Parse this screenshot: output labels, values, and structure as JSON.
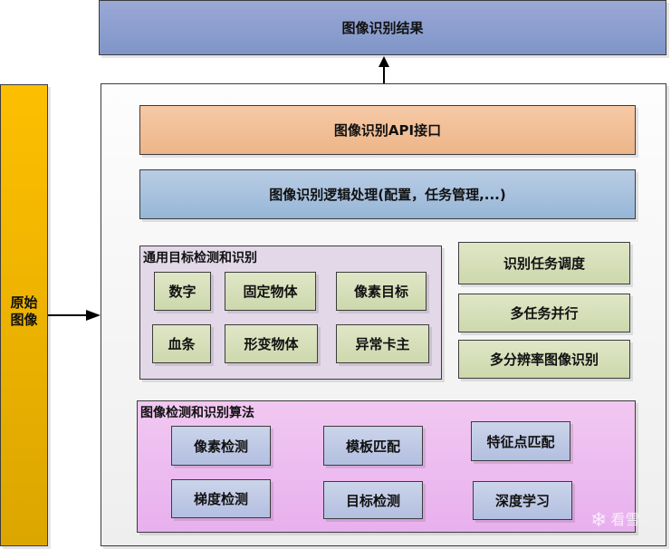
{
  "diagram": {
    "result": {
      "label": "图像识别结果"
    },
    "source": {
      "label_line1": "原始",
      "label_line2": "图像"
    },
    "system": {
      "api": {
        "label": "图像识别API接口"
      },
      "logic": {
        "label": "图像识别逻辑处理(配置，任务管理,...)"
      },
      "general_detection": {
        "title": "通用目标检测和识别",
        "items": [
          "数字",
          "固定物体",
          "像素目标",
          "血条",
          "形变物体",
          "异常卡主"
        ]
      },
      "scheduling": {
        "items": [
          "识别任务调度",
          "多任务并行",
          "多分辨率图像识别"
        ]
      },
      "algorithms": {
        "title": "图像检测和识别算法",
        "items": [
          "像素检测",
          "模板匹配",
          "特征点匹配",
          "梯度检测",
          "目标检测",
          "深度学习"
        ]
      }
    },
    "arrows": [
      {
        "from": "system",
        "to": "result",
        "direction": "up"
      },
      {
        "from": "source",
        "to": "system",
        "direction": "right"
      }
    ]
  },
  "watermark": {
    "icon": "snowflake-icon",
    "text": "看雪"
  },
  "colors": {
    "result": "#8c9fcf",
    "source": "#f0b400",
    "api": "#f1be96",
    "logic": "#a8c2de",
    "general_group": "#e2d8e8",
    "green_box": "#d5ddb8",
    "algo_group": "#edbcf0",
    "blue_box": "#bfc9e5"
  }
}
